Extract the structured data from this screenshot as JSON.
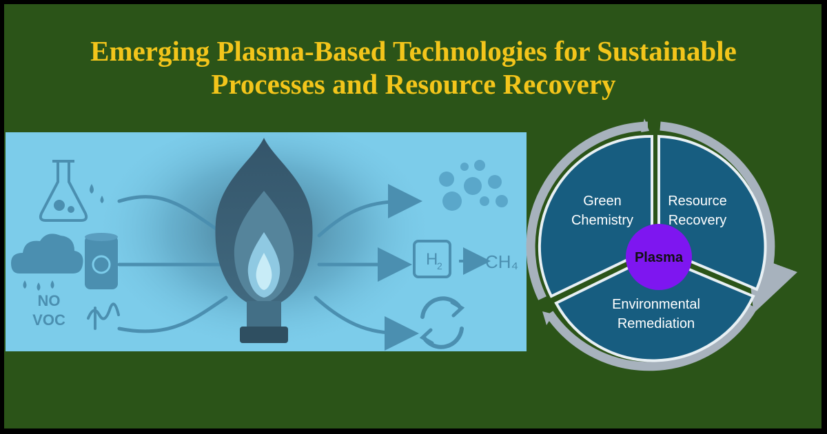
{
  "title": {
    "line1": "Emerging Plasma-Based Technologies for Sustainable",
    "line2": "Processes and Resource Recovery"
  },
  "illustration": {
    "left_labels": {
      "no": "NO",
      "voc": "VOC"
    },
    "right_labels": {
      "h2": "H",
      "h2_sub": "2",
      "ch4": "CH₄"
    },
    "icons": [
      "flask-icon",
      "cloud-icon",
      "barrel-recycle-icon",
      "wave-icon",
      "flame-icon",
      "burner-icon",
      "bubbles-icon",
      "h2-box-icon",
      "refresh-icon",
      "arrow-icon"
    ]
  },
  "cycle": {
    "center": "Plasma",
    "segments": [
      {
        "line1": "Green",
        "line2": "Chemistry"
      },
      {
        "line1": "Resource",
        "line2": "Recovery"
      },
      {
        "line1": "Environmental",
        "line2": "Remediation"
      }
    ]
  },
  "colors": {
    "background": "#2b5418",
    "frame": "#000000",
    "title": "#f3c51b",
    "illustration_bg": "#7cccea",
    "illustration_icon": "#4b8fb0",
    "flame_dark": "#3d5f72",
    "segment": "#175d80",
    "segment_border": "#e8f0f4",
    "arrow_ring": "#a7b2bd",
    "center": "#7e16f0"
  }
}
